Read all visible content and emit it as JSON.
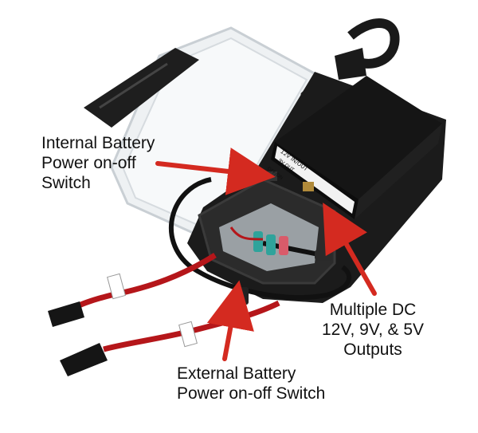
{
  "annotations": {
    "internal_switch": [
      "Internal Battery",
      "Power on-off",
      "Switch"
    ],
    "dc_outputs": [
      "Multiple DC",
      "12V, 9V, & 5V",
      "Outputs"
    ],
    "external_switch": [
      "External Battery",
      "Power on-off Switch"
    ]
  },
  "device_labels": {
    "top_label": "12V IN/OUT",
    "sub_label": "9V OUT",
    "switch_label": "OFF/ON"
  },
  "colors": {
    "arrow": "#d42a20",
    "case_body": "#1b1b1b",
    "battery_pack": "#151515",
    "lid": "#e8ecef",
    "cable_red": "#b5161a",
    "cable_black": "#111111"
  }
}
